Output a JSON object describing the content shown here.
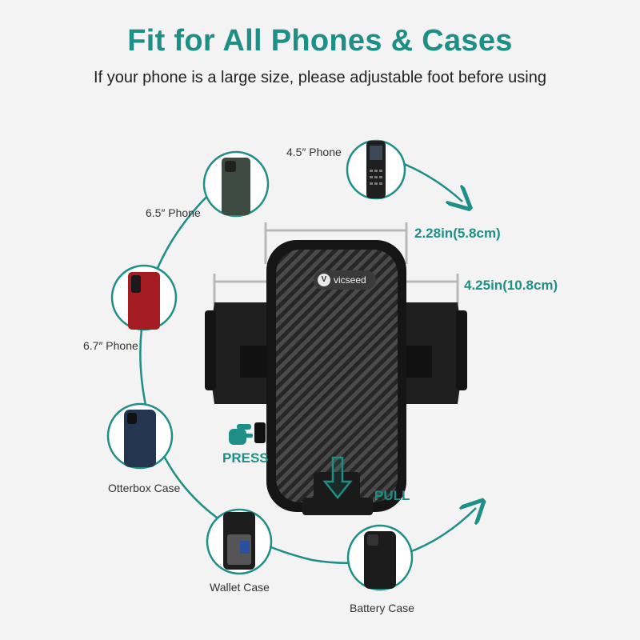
{
  "header": {
    "title": "Fit for All Phones & Cases",
    "subtitle": "If your phone is a large size, please adjustable foot before using"
  },
  "compatibility": [
    {
      "label": "4.5″ Phone",
      "icon": "keypad-phone-icon"
    },
    {
      "label": "6.5″ Phone",
      "icon": "smartphone-icon"
    },
    {
      "label": "6.7″  Phone",
      "icon": "red-smartphone-icon"
    },
    {
      "label": "Otterbox Case",
      "icon": "rugged-case-icon"
    },
    {
      "label": "Wallet Case",
      "icon": "wallet-case-icon"
    },
    {
      "label": "Battery Case",
      "icon": "battery-case-icon"
    }
  ],
  "dimensions": {
    "min_width": "2.28in(5.8cm)",
    "max_width": "4.25in(10.8cm)"
  },
  "actions": {
    "press": "PRESS",
    "pull": "PULL"
  },
  "product": {
    "brand": "vicseed"
  },
  "colors": {
    "accent": "#1e8f86",
    "background": "#f3f3f3",
    "mount": "#1c1c1c"
  }
}
